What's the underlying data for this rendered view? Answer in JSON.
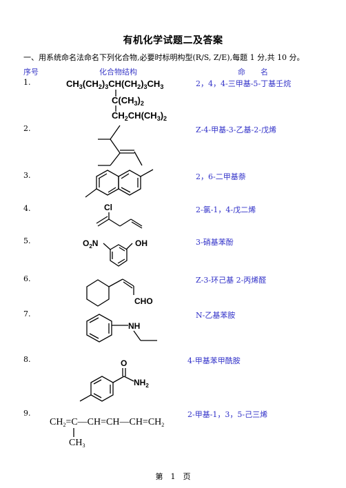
{
  "title": "有机化学试题二及答案",
  "instruction": "一、用系统命名法命名下列化合物,必要时标明构型(R/S, Z/E),每题 1 分,共 10 分。",
  "headers": {
    "seq": "序号",
    "structure": "化合物结构",
    "name": "命　　名"
  },
  "items": [
    {
      "num": "1.",
      "answer": "2，4，4-三甲基-5-丁基壬烷"
    },
    {
      "num": "2.",
      "answer": "Z-4-甲基-3-乙基-2-戊烯"
    },
    {
      "num": "3.",
      "answer": "2，6-二甲基萘"
    },
    {
      "num": "4.",
      "answer": "2-氯-1，4-戊二烯"
    },
    {
      "num": "5.",
      "answer": "3-硝基苯酚"
    },
    {
      "num": "6.",
      "answer": "Z-3-环己基 2-丙烯醛"
    },
    {
      "num": "7.",
      "answer": "N-乙基苯胺"
    },
    {
      "num": "8.",
      "answer": "4-甲基苯甲酰胺"
    },
    {
      "num": "9.",
      "answer": "2-甲基-1，3，5-己三烯"
    }
  ],
  "labels": {
    "cl": "Cl",
    "no2_o": "O",
    "no2_n": "N",
    "oh": "OH",
    "cho": "CHO",
    "nh": "NH",
    "o": "O",
    "nh2": "NH"
  },
  "footer": "第　1　页"
}
